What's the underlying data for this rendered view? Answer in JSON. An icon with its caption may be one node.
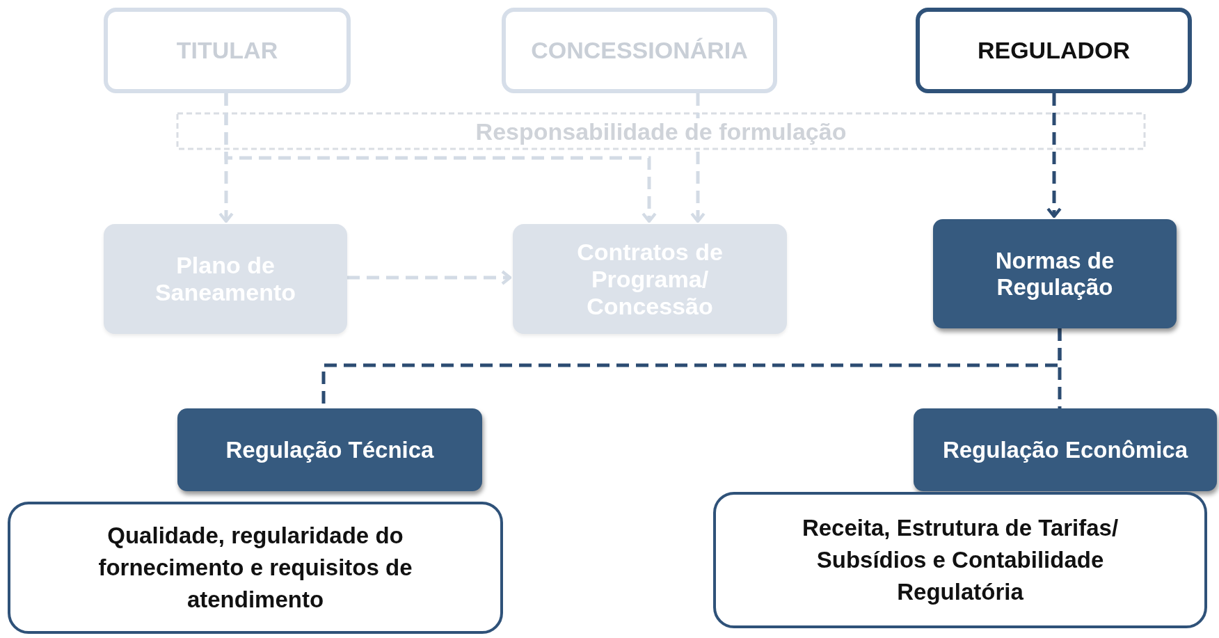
{
  "diagram": {
    "nodes": [
      {
        "text": [
          "TITULAR"
        ]
      },
      {
        "text": [
          "CONCESSIONÁRIA"
        ]
      },
      {
        "text": [
          "REGULADOR"
        ]
      },
      {
        "text": [
          "Plano de Saneamento"
        ]
      },
      {
        "text": [
          "Contratos de Programa/ Concessão"
        ]
      },
      {
        "text": [
          "Normas de Regulação"
        ]
      },
      {
        "text": [
          "Regulação Técnica"
        ]
      },
      {
        "text": [
          "Regulação Econômica"
        ]
      },
      {
        "text": [
          "Qualidade, regularidade do fornecimento e requisitos de atendimento"
        ]
      },
      {
        "text": [
          "Receita, Estrutura de Tarifas/ Subsídios e Contabilidade Regulatória"
        ]
      }
    ],
    "edges": [
      {
        "from": 0,
        "to": 3,
        "arrow": "to",
        "style": "dashed"
      },
      {
        "from": 0,
        "to": 4,
        "arrow": "to",
        "style": "dashed"
      },
      {
        "from": 1,
        "to": 4,
        "arrow": "to",
        "style": "dashed"
      },
      {
        "from": 2,
        "to": 5,
        "arrow": "to",
        "style": "dashed",
        "color": "#2c4c72"
      },
      {
        "from": 3,
        "to": 4,
        "arrow": "to",
        "style": "dashed"
      },
      {
        "from": 5,
        "to": 6,
        "arrow": "none",
        "style": "dashed",
        "color": "#2c4c72"
      },
      {
        "from": 5,
        "to": 7,
        "arrow": "none",
        "style": "dashed",
        "color": "#2c4c72"
      }
    ],
    "labels": [
      "Responsabilidade de formulação"
    ]
  }
}
